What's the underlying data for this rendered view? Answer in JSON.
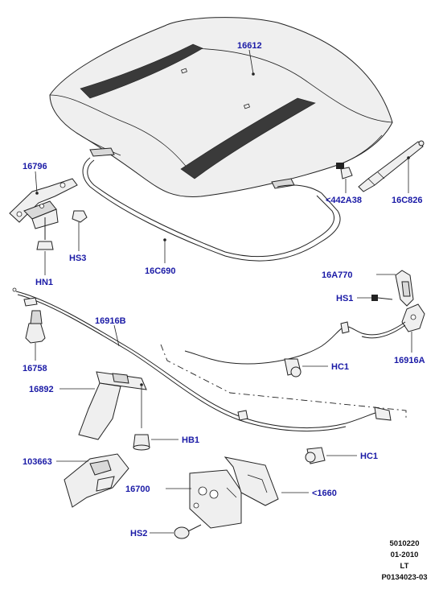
{
  "labels": {
    "l16612": "16612",
    "l16796": "16796",
    "l442A38": "<442A38",
    "l16C826": "16C826",
    "lHS3": "HS3",
    "lHN1": "HN1",
    "l16C690": "16C690",
    "l16A770": "16A770",
    "lHS1": "HS1",
    "l16916B": "16916B",
    "l16758": "16758",
    "lHC1a": "HC1",
    "l16916A": "16916A",
    "l16892": "16892",
    "lHB1": "HB1",
    "l103663": "103663",
    "lHC1b": "HC1",
    "l16700": "16700",
    "l1660": "<1660",
    "lHS2": "HS2"
  },
  "footer": {
    "line1": "5010220",
    "line2": "01-2010",
    "line3": "LT",
    "line4": "P0134023-03"
  },
  "colors": {
    "label": "#1a1aa6",
    "line": "#222222",
    "part_fill": "#efefef"
  }
}
